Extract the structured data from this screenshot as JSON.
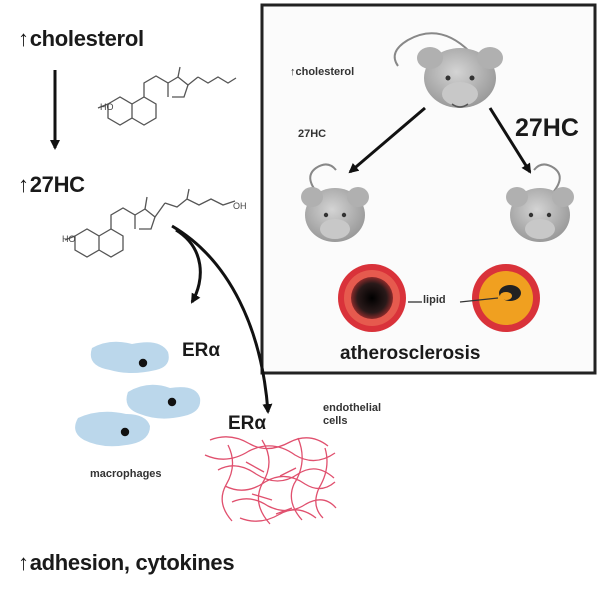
{
  "left": {
    "cholesterol": "cholesterol",
    "hc27": "27HC",
    "er_alpha_upper": "ERα",
    "er_alpha_lower": "ERα",
    "macrophages": "macrophages",
    "endothelial": "endothelial\ncells",
    "adhesion": "adhesion, cytokines",
    "up_arrow": "↑"
  },
  "inset": {
    "cholesterol": "cholesterol",
    "hc27_small": "27HC",
    "hc27_large": "27HC",
    "lipid": "lipid",
    "atherosclerosis": "atherosclerosis",
    "up_arrow": "↑"
  },
  "colors": {
    "artery_outer": "#d9323a",
    "artery_inner_left": "#1b1b1b",
    "artery_inner_right": "#f0a020",
    "macrophage": "#b7d5ea",
    "endothelial": "#e0506e",
    "mouse": "#b9b9b9"
  },
  "icons": [
    "mouse-icon",
    "artery-cross-section-icon",
    "molecule-structure-icon",
    "macrophage-cell-icon",
    "endothelial-network-icon"
  ]
}
